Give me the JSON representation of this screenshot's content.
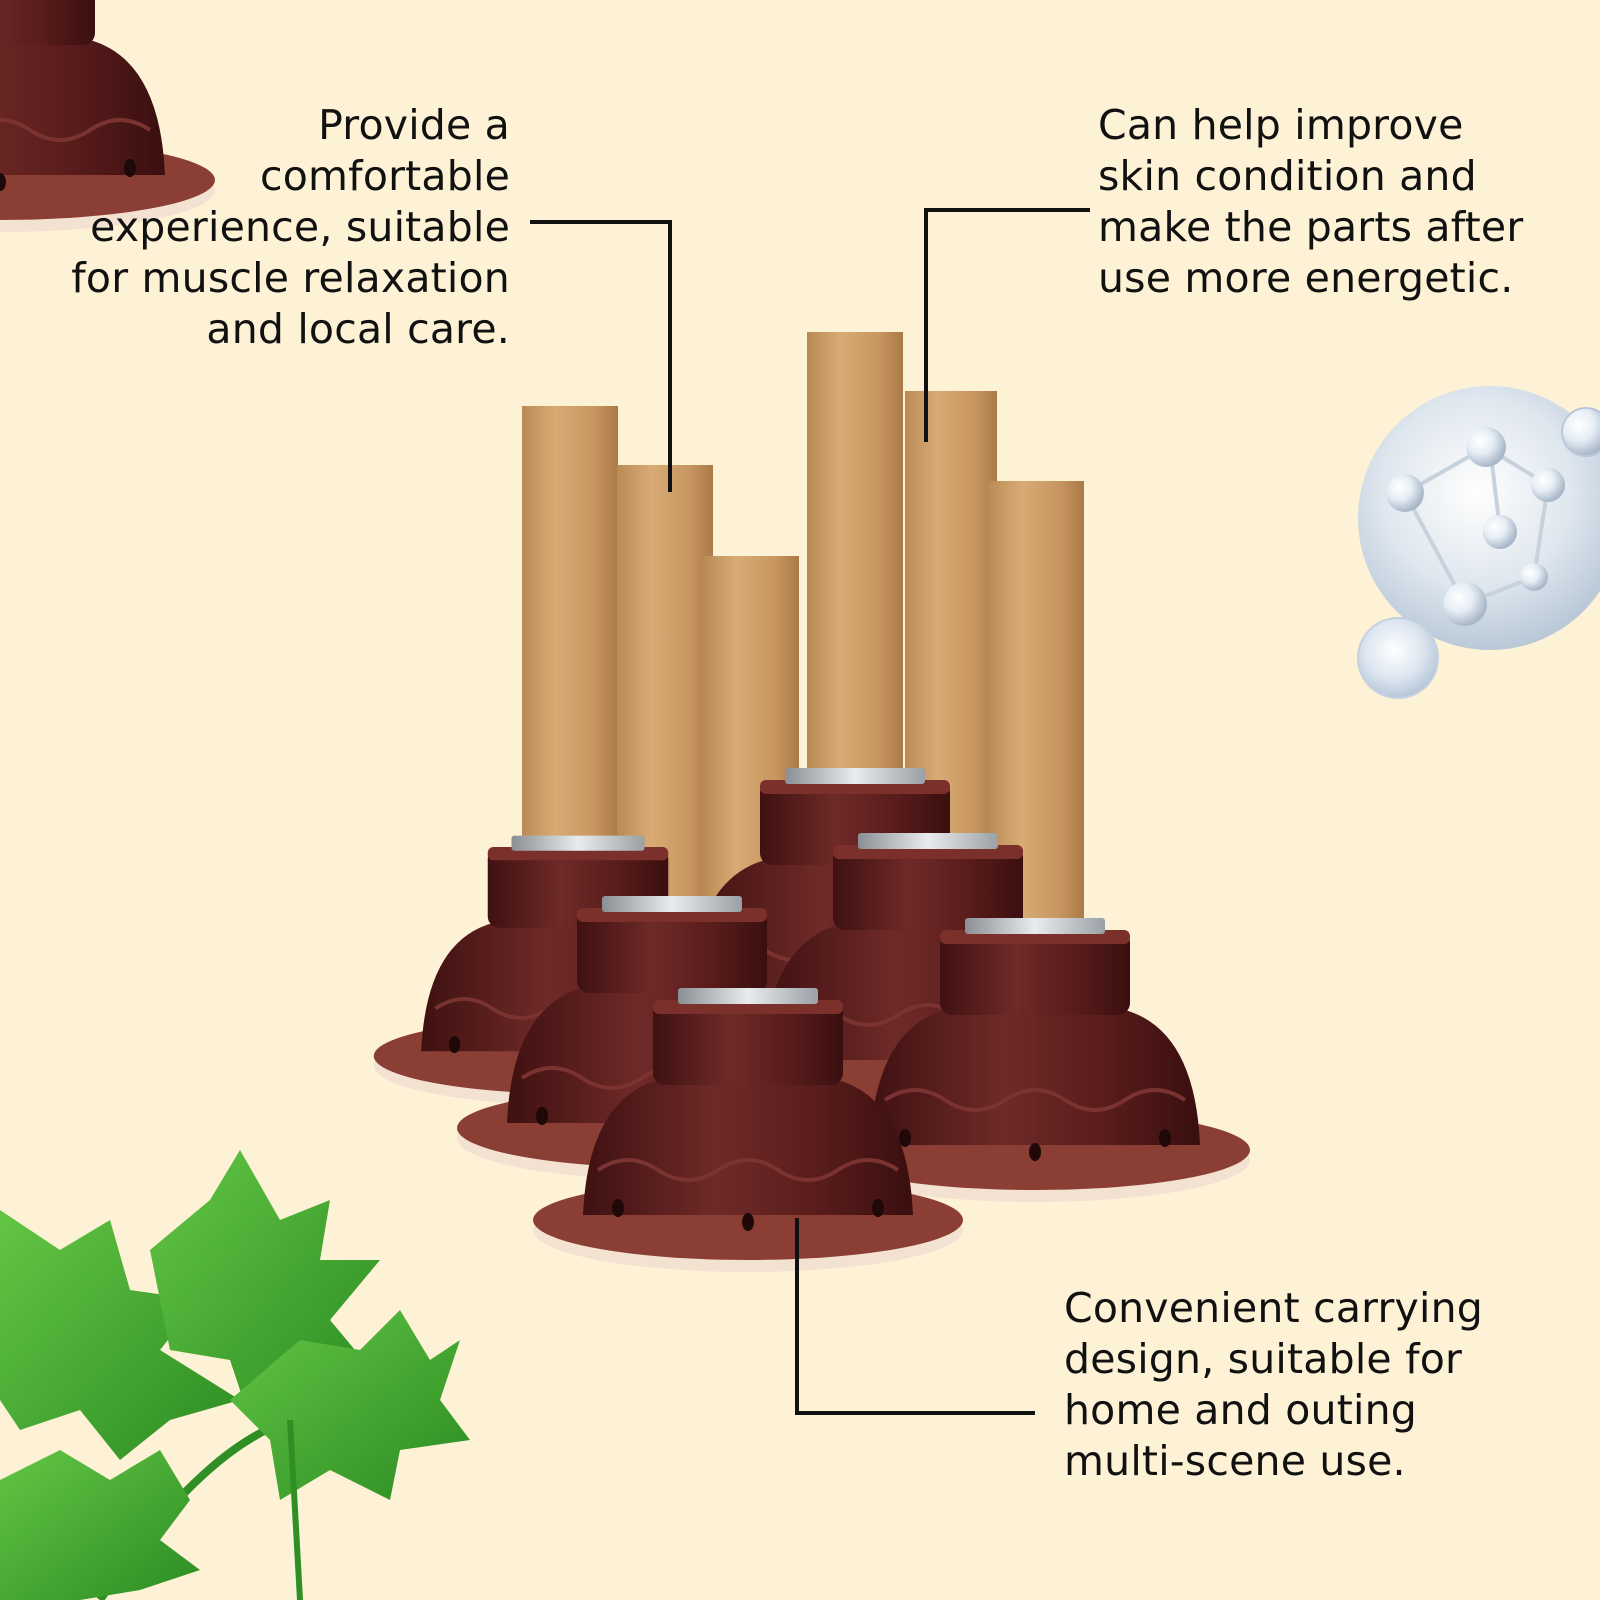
{
  "captions": {
    "top_left": "Provide a comfortable\nexperience, suitable\nfor muscle relaxation\nand local care.",
    "top_right": "Can help improve\nskin condition and\nmake the parts after\nuse more energetic.",
    "bottom_right": "Convenient carrying\ndesign, suitable for\nhome and outing\nmulti-scene use."
  },
  "colors": {
    "background": "#fdf2d6",
    "stick": "#cfa06a",
    "base": "#5e1f1e",
    "leader_line": "#111111",
    "leaf": "#3fae2e"
  },
  "icons": {
    "molecule": "water-molecule-bubble",
    "plant": "mugwort-leaves"
  }
}
